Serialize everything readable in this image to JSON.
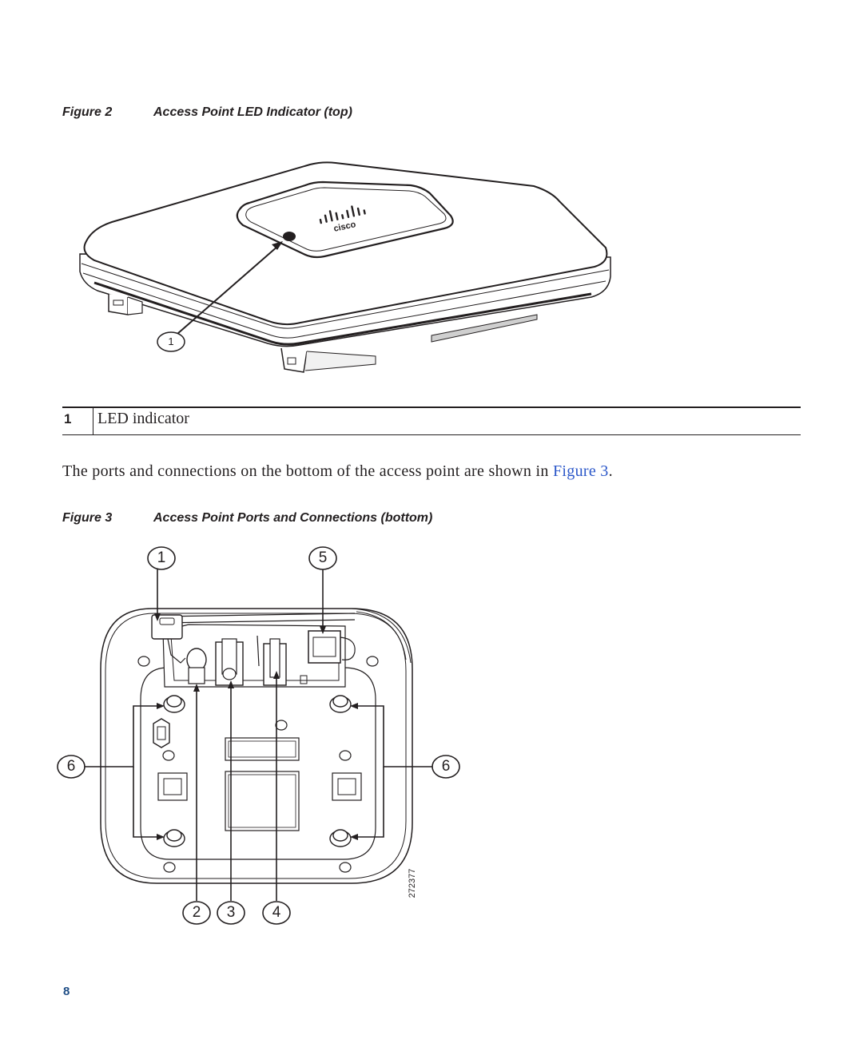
{
  "figure2": {
    "label": "Figure 2",
    "title": "Access Point LED Indicator (top)",
    "logo_text": "cisco",
    "callout": "1"
  },
  "legend": {
    "rows": [
      {
        "number": "1",
        "text": "LED indicator"
      }
    ]
  },
  "paragraph": {
    "text_before": "The ports and connections on the bottom of the access point are shown in ",
    "link_text": "Figure 3",
    "text_after": "."
  },
  "figure3": {
    "label": "Figure 3",
    "title": "Access Point Ports and Connections (bottom)",
    "callouts": {
      "c1": "1",
      "c5": "5",
      "c6_left": "6",
      "c6_right": "6",
      "c2": "2",
      "c3": "3",
      "c4": "4"
    },
    "art_number": "272377"
  },
  "page": {
    "number": "8"
  },
  "colors": {
    "text": "#231f20",
    "link": "#2b57c9",
    "page_number": "#1f4e86"
  }
}
